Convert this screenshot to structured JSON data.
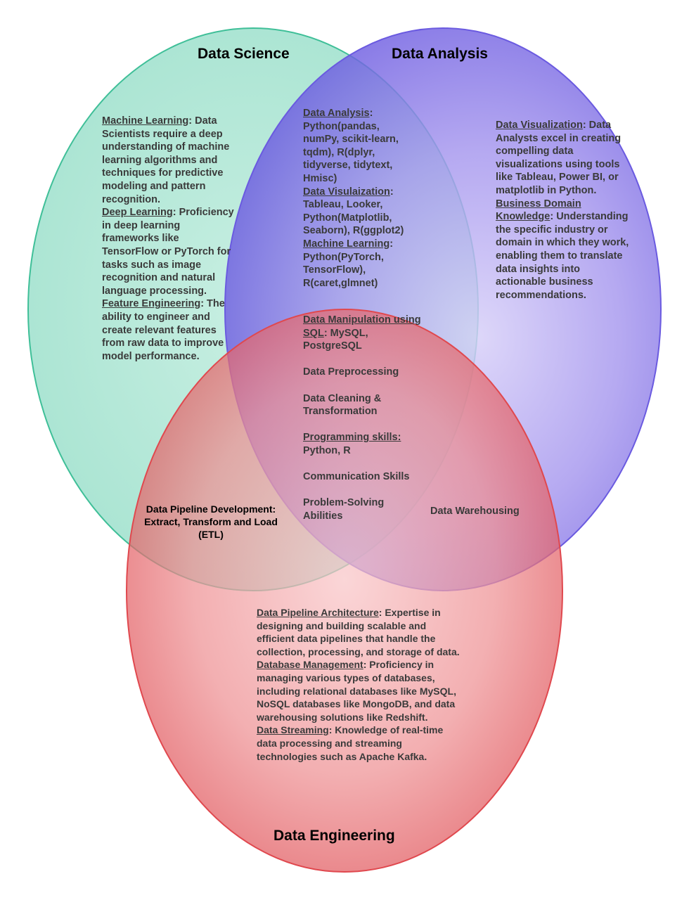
{
  "colors": {
    "data_science": "#7fd6bd",
    "data_analysis": "#6a5ae0",
    "data_engineering": "#e0484e"
  },
  "titles": {
    "data_science": "Data Science",
    "data_analysis": "Data Analysis",
    "data_engineering": "Data Engineering"
  },
  "data_science": {
    "ml_label": "Machine Learning",
    "ml_text": ": Data Scientists require a deep understanding of machine learning algorithms and techniques for predictive modeling and pattern recognition.",
    "dl_label": "Deep Learning",
    "dl_text": ": Proficiency in deep learning frameworks like TensorFlow or PyTorch for tasks such as image recognition and natural language processing.",
    "fe_label": "Feature Engineering",
    "fe_text": ": The ability to engineer and create relevant features from raw data to improve model performance."
  },
  "ds_da_overlap": {
    "da_label": "Data Analysis",
    "da_text": ": Python(pandas, numPy, scikit-learn, tqdm), R(dplyr, tidyverse, tidytext, Hmisc)",
    "dv_label": "Data Visulaization",
    "dv_text": ": Tableau, Looker, Python(Matplotlib, Seaborn), R(ggplot2)",
    "ml_label": "Machine Learning",
    "ml_text": ": Python(PyTorch, TensorFlow), R(caret,glmnet)"
  },
  "data_analysis": {
    "dv_label": "Data Visualization",
    "dv_text": ": Data Analysts excel in creating compelling data visualizations using tools like Tableau, Power BI, or matplotlib in Python.",
    "bdk_label": "Business Domain Knowledge",
    "bdk_text": ": Understanding the specific industry or domain in which they work, enabling them to translate data insights into actionable business recommendations."
  },
  "center": {
    "sql_label": "Data Manipulation using SQL",
    "sql_text": ": MySQL, PostgreSQL",
    "preprocessing": "Data Preprocessing",
    "cleaning": "Data Cleaning & Transformation",
    "prog_label": "Programming skills:",
    "prog_text": "Python, R",
    "communication": "Communication Skills",
    "problem_solving": "Problem-Solving Abilities"
  },
  "ds_de_overlap": {
    "etl": "Data Pipeline Development: Extract, Transform and Load (ETL)"
  },
  "da_de_overlap": {
    "warehousing": "Data Warehousing"
  },
  "data_engineering": {
    "dpa_label": "Data Pipeline Architecture",
    "dpa_text": ": Expertise in designing and building scalable and efficient data pipelines that handle the collection, processing, and storage of data.",
    "dbm_label": "Database Management",
    "dbm_text": ": Proficiency in managing various types of databases, including relational databases like MySQL, NoSQL databases like MongoDB, and data warehousing solutions like Redshift.",
    "ds_label": "Data Streaming",
    "ds_text": ": Knowledge of real-time data processing and streaming technologies such as Apache Kafka."
  }
}
